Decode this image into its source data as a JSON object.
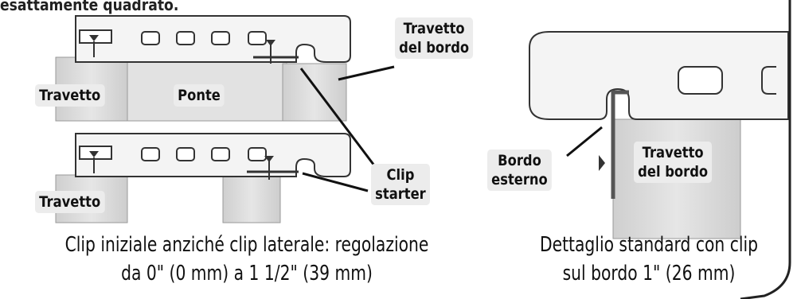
{
  "header": {
    "partial_text": "esattamente quadrato."
  },
  "panel_left": {
    "top_diagram": {
      "label_joist": "Travetto",
      "label_bridge": "Ponte"
    },
    "bottom_diagram": {
      "label_joist": "Travetto"
    },
    "label_edge_joist": [
      "Travetto",
      "del bordo"
    ],
    "label_clip_starter": [
      "Clip",
      "starter"
    ],
    "caption": [
      "Clip iniziale anziché clip laterale: regolazione",
      "da 0\" (0 mm) a 1 1/2\" (39 mm)"
    ]
  },
  "panel_right": {
    "label_outer_edge": [
      "Bordo",
      "esterno"
    ],
    "label_edge_joist": [
      "Travetto",
      "del bordo"
    ],
    "caption": [
      "Dettaglio standard con clip",
      "sul bordo 1\" (26 mm)"
    ]
  },
  "colors": {
    "board_fill": "#f4f4f4",
    "board_stroke": "#333333",
    "joist_fill": "#dcdcdc",
    "label_bg": "#ececec"
  }
}
